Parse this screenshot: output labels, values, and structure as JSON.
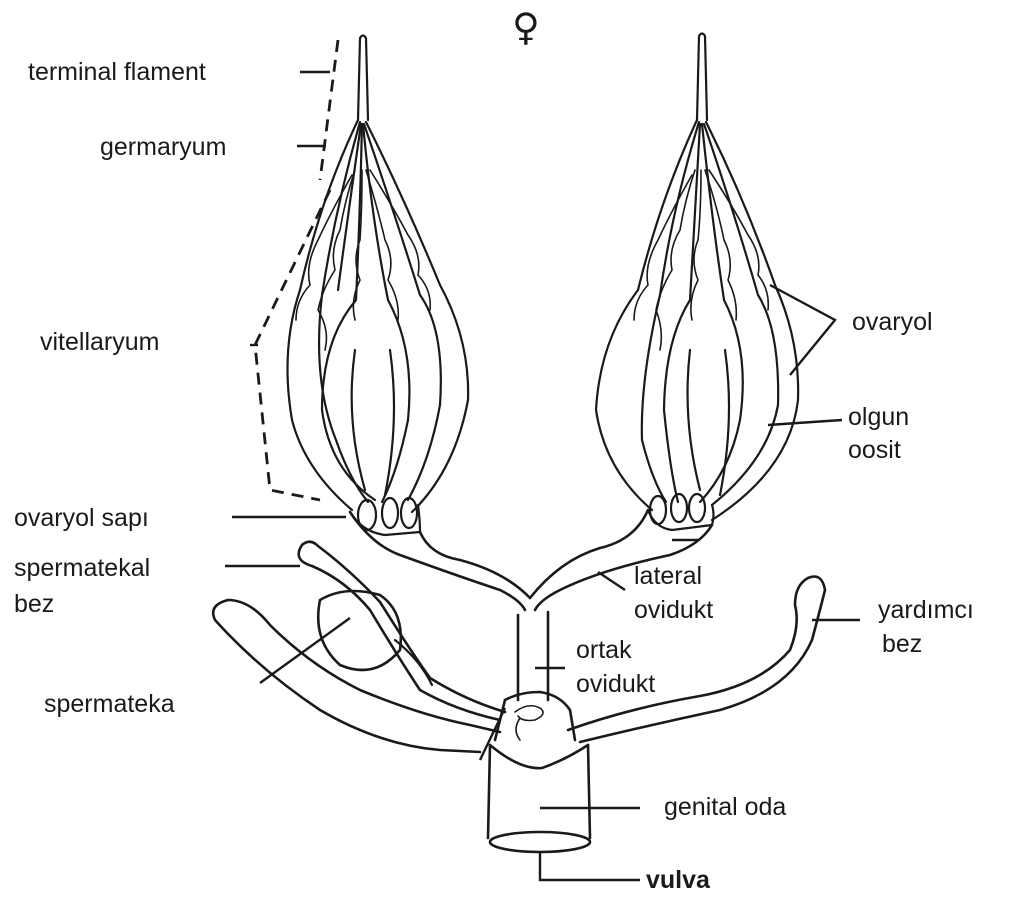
{
  "symbol": "♀",
  "labels": {
    "terminal_filament": "terminal flament",
    "germarium": "germaryum",
    "vitellarium": "vitellaryum",
    "ovariole": "ovaryol",
    "mature_oocyte_line1": "olgun",
    "mature_oocyte_line2": "oosit",
    "ovariole_stalk": "ovaryol sapı",
    "spermathecal_gland_line1": "spermatekal",
    "spermathecal_gland_line2": "bez",
    "lateral_oviduct_line1": "lateral",
    "lateral_oviduct_line2": "ovidukt",
    "accessory_gland_line1": "yardımcı",
    "accessory_gland_line2": "bez",
    "spermatheca": "spermateka",
    "common_oviduct_line1": "ortak",
    "common_oviduct_line2": "ovidukt",
    "genital_chamber": "genital oda",
    "vulva": "vulva"
  }
}
